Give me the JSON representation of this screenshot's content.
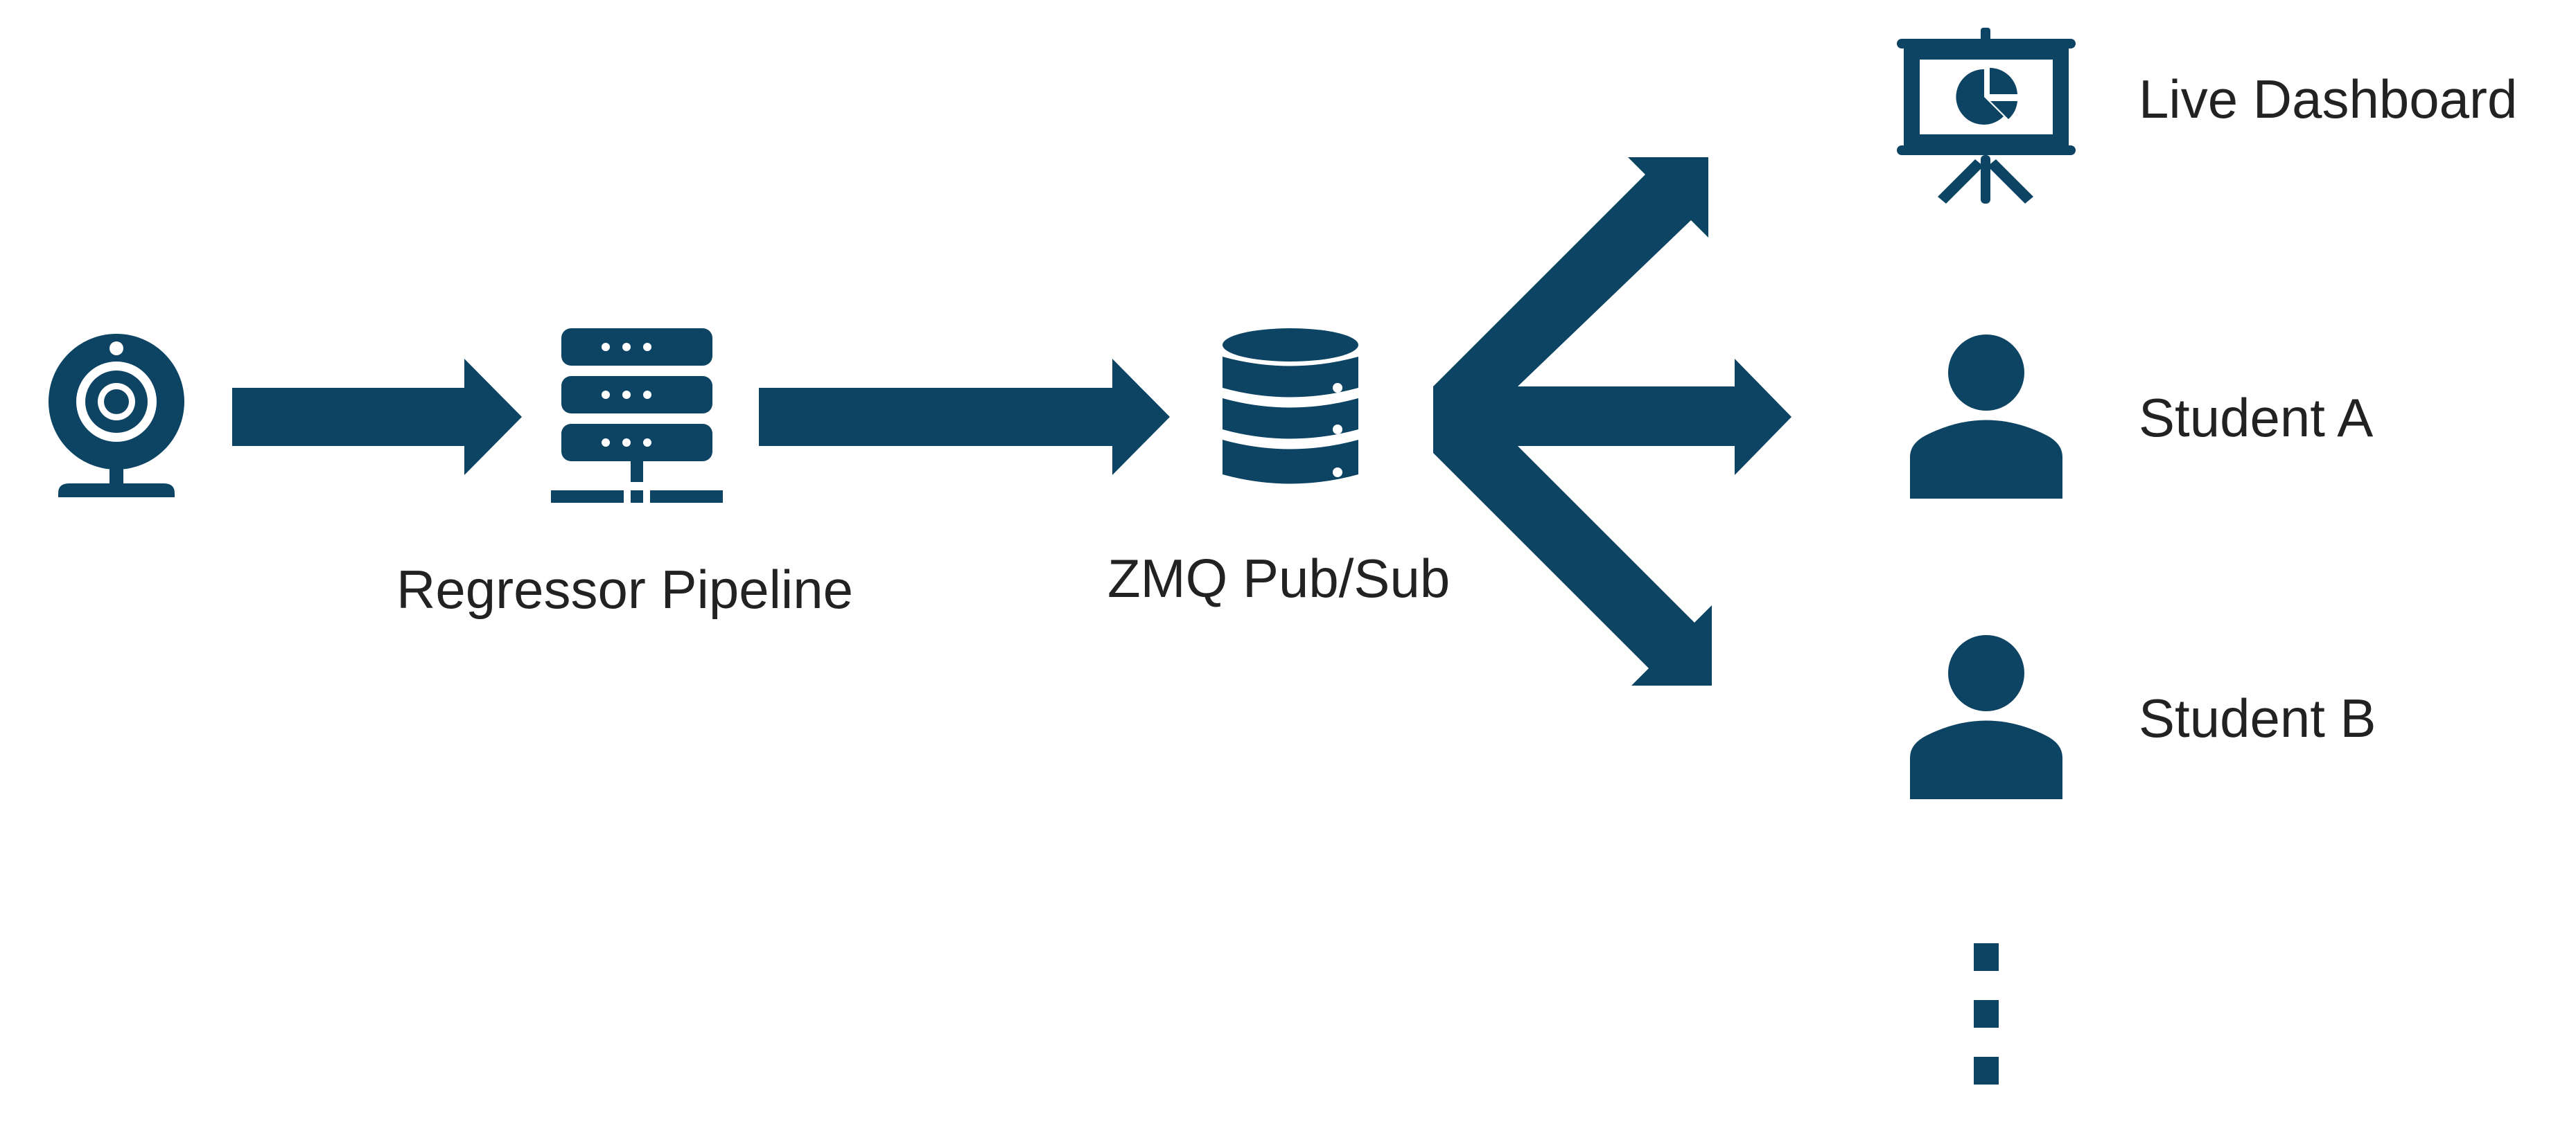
{
  "colors": {
    "primary": "#0d4463",
    "text": "#222222",
    "background": "#ffffff"
  },
  "nodes": {
    "webcam": {
      "icon": "webcam-icon"
    },
    "regressor": {
      "label": "Regressor Pipeline",
      "icon": "server-icon"
    },
    "zmq": {
      "label": "ZMQ Pub/Sub",
      "icon": "database-icon"
    },
    "dashboard": {
      "label": "Live Dashboard",
      "icon": "presentation-board-icon"
    },
    "student_a": {
      "label": "Student A",
      "icon": "user-icon"
    },
    "student_b": {
      "label": "Student B",
      "icon": "user-icon"
    },
    "more": {
      "icon": "vertical-ellipsis-icon"
    }
  },
  "edges": [
    {
      "from": "webcam",
      "to": "regressor"
    },
    {
      "from": "regressor",
      "to": "zmq"
    },
    {
      "from": "zmq",
      "to": "dashboard"
    },
    {
      "from": "zmq",
      "to": "student_a"
    },
    {
      "from": "zmq",
      "to": "student_b"
    }
  ]
}
